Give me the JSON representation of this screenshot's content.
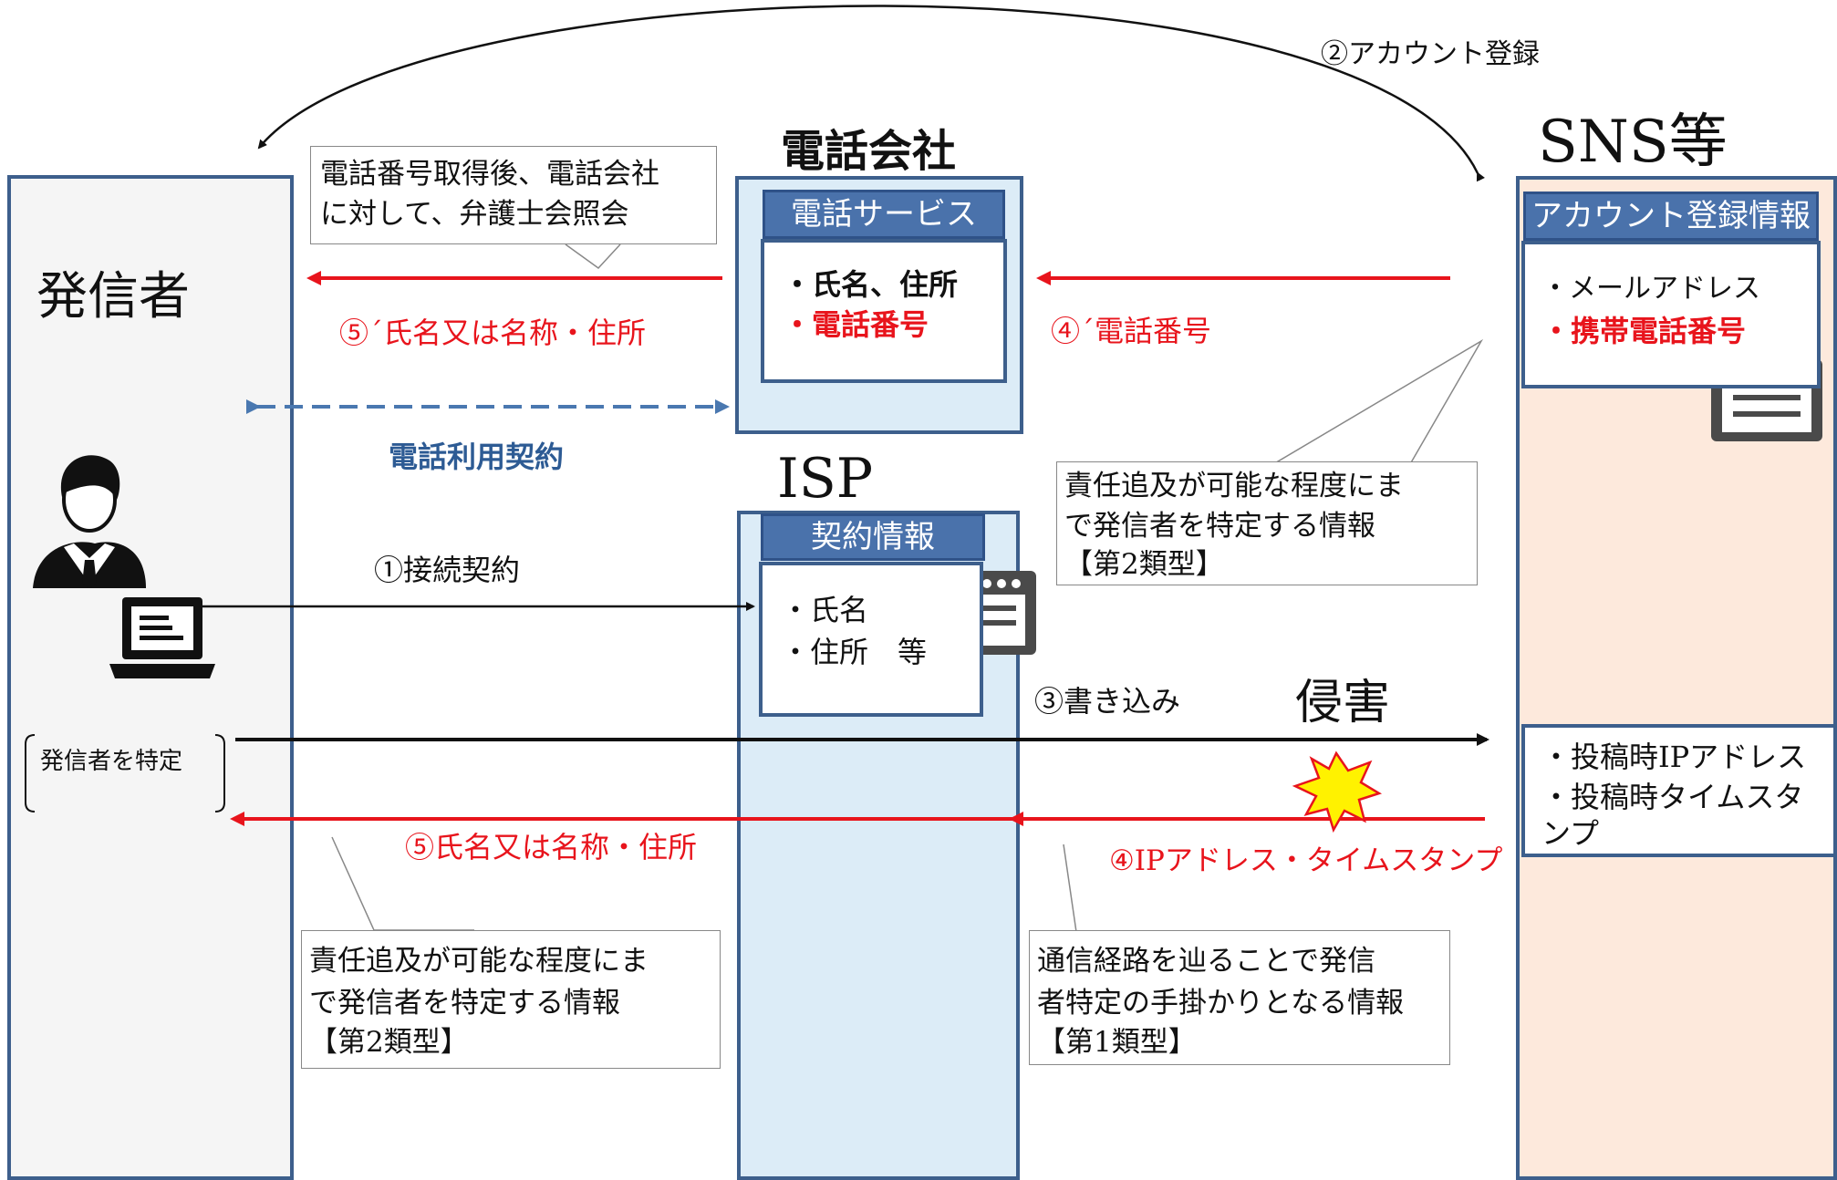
{
  "top_arrow_label": "②アカウント登録",
  "columns": {
    "sender": {
      "title": "発信者"
    },
    "phone_company": {
      "title": "電話会社",
      "header": "電話サービス",
      "items": [
        "・氏名、住所",
        "・電話番号"
      ]
    },
    "isp": {
      "title": "ISP",
      "header": "契約情報",
      "items": [
        "・氏名",
        "・住所　等"
      ]
    },
    "sns": {
      "title": "SNS等",
      "header": "アカウント登録情報",
      "items": [
        "・メールアドレス",
        "・携帯電話番号"
      ],
      "post_items": [
        "・投稿時IPアドレス",
        "・投稿時タイムスタ",
        "ンプ"
      ]
    }
  },
  "callouts": {
    "phone_inquiry": [
      "電話番号取得後、電話会社",
      "に対して、弁護士会照会"
    ],
    "type2_top": [
      "責任追及が可能な程度にま",
      "で発信者を特定する情報",
      "【第2類型】"
    ],
    "type2_bottom": [
      "責任追及が可能な程度にま",
      "で発信者を特定する情報",
      "【第2類型】"
    ],
    "type1": [
      "通信経路を辿ることで発信",
      "者特定の手掛かりとなる情報",
      "【第1類型】"
    ]
  },
  "arrows": {
    "name_address_prime": "⑤´氏名又は名称・住所",
    "phone_number_prime": "④´電話番号",
    "phone_contract": "電話利用契約",
    "connection_contract": "①接続契約",
    "write": "③書き込み",
    "infringement": "侵害",
    "identify_sender": "発信者を特定",
    "name_address": "⑤氏名又は名称・住所",
    "ip_timestamp": "④IPアドレス・タイムスタンプ"
  },
  "colors": {
    "red": "#e8141c",
    "box_blue": "#4a72ab",
    "border_blue": "#3d5f8c",
    "isp_fill": "#dcecf7",
    "sns_fill": "#fde9dc",
    "sender_fill": "#f5f5f5"
  }
}
